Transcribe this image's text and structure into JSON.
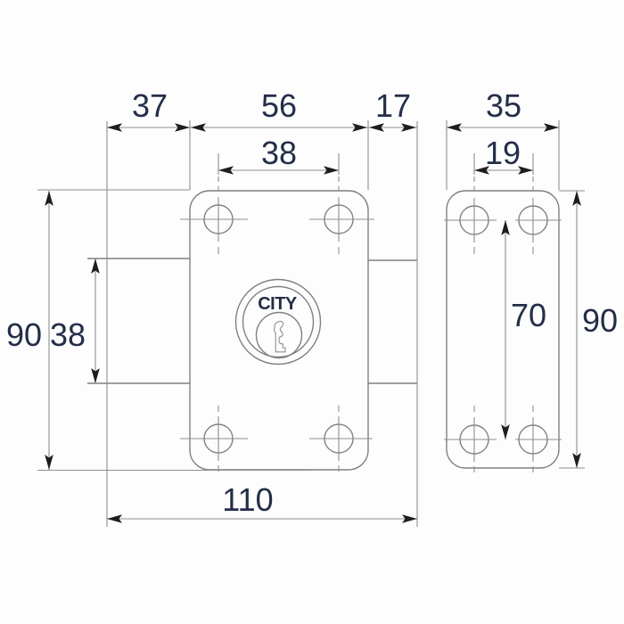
{
  "drawing": {
    "brand_label": "CITY",
    "front_view": {
      "left_protrusion_width_mm": "37",
      "body_width_mm": "56",
      "right_protrusion_width_mm": "17",
      "hole_spacing_mm": "38",
      "body_height_mm": "90",
      "protrusion_height_mm": "38",
      "overall_width_mm": "110"
    },
    "side_view": {
      "body_width_mm": "35",
      "hole_spacing_mm": "19",
      "hole_vertical_spacing_mm": "70",
      "body_height_mm": "90"
    },
    "colors": {
      "outline": "#808080",
      "dimension_line": "#8f8f8f",
      "arrow": "#1d1d1d",
      "label_text": "#242e48",
      "background": "#fdfdfd"
    }
  }
}
